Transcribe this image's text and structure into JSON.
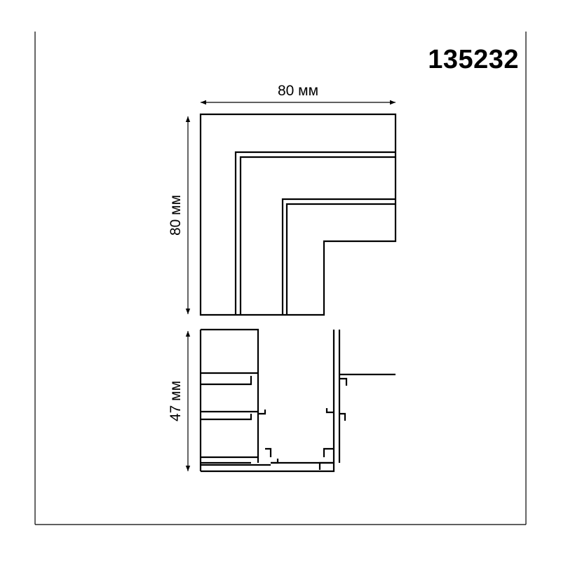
{
  "product_code": "135232",
  "dimensions": {
    "width_label": "80 мм",
    "height_label": "80 мм",
    "depth_label": "47 мм"
  },
  "colors": {
    "line": "#000000",
    "background": "#ffffff"
  }
}
